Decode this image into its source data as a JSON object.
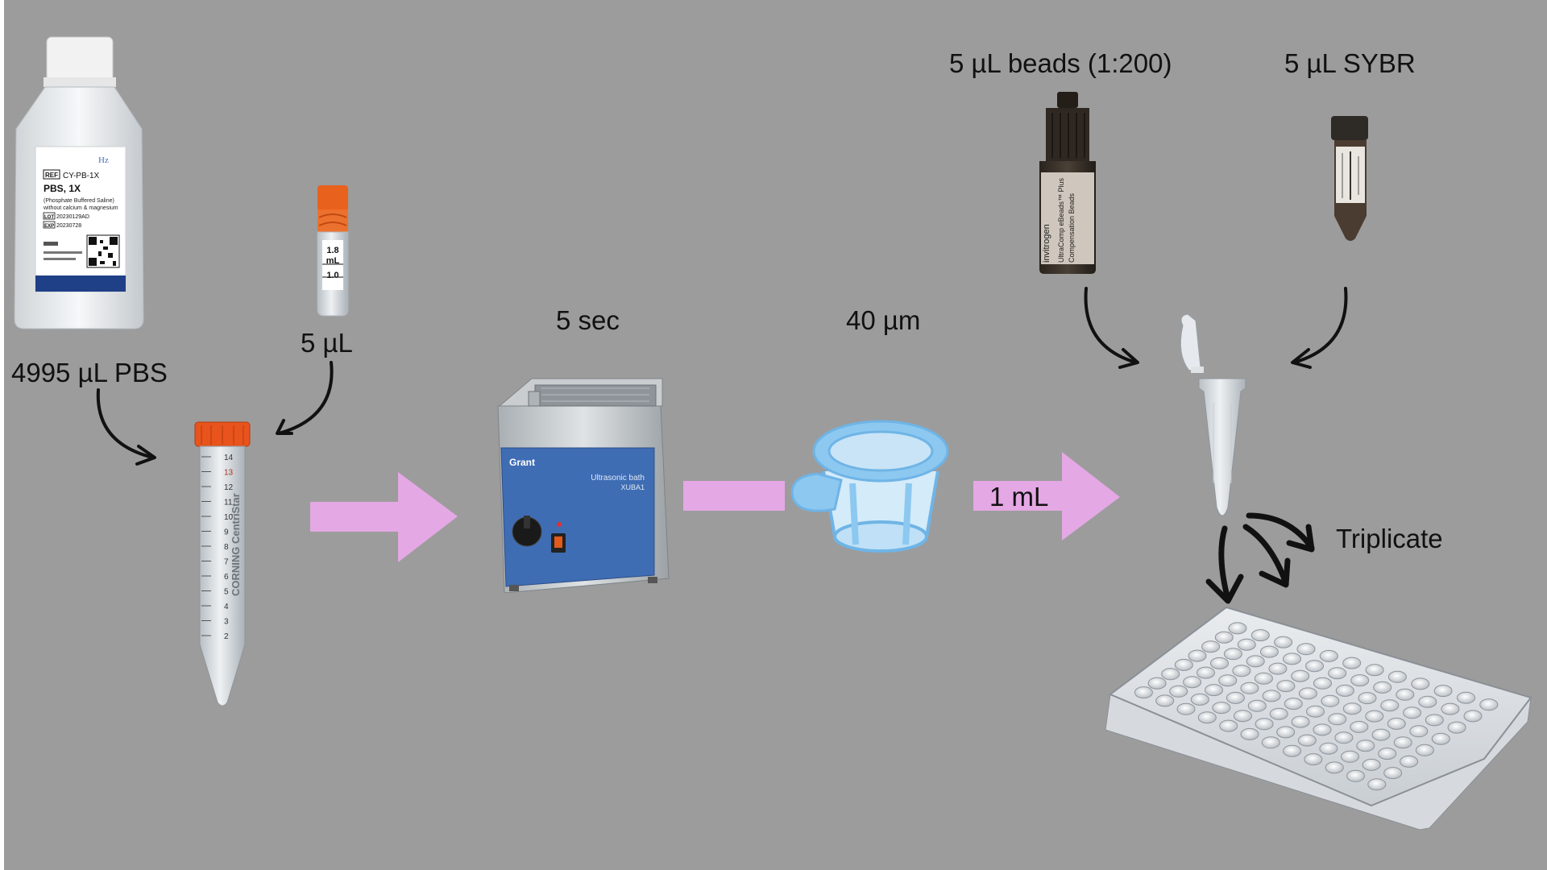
{
  "colors": {
    "background": "#9c9c9c",
    "arrow": "#e4a8e4",
    "curved_arrow": "#111111",
    "tube_cap": "#e8541c",
    "strainer": "#8cc8f0",
    "bath_panel": "#3f6db4",
    "bottle_label_band": "#1f3f86"
  },
  "labels": {
    "pbs_volume": "4995 µL PBS",
    "sample_volume": "5 µL",
    "sonication_time": "5 sec",
    "strainer_size": "40 µm",
    "transfer_volume": "1 mL",
    "beads": "5 µL beads (1:200)",
    "sybr": "5 µL SYBR",
    "replicates": "Triplicate"
  },
  "pbs_bottle": {
    "ref_box": "REF",
    "ref_code": "CY-PB-1X",
    "name": "PBS, 1X",
    "desc1": "(Phosphate Buffered Saline)",
    "desc2": "without calcium & magnesium",
    "lot_box": "LOT",
    "lot_value": "20230129AD",
    "exp_box": "EXP",
    "exp_value": "20230728"
  },
  "cryovial": {
    "mark_top": "1.8",
    "unit": "mL",
    "mark_bottom": "1.0"
  },
  "falcon_tube": {
    "brand": "CORNING CentriStar",
    "graduations": [
      "14",
      "13",
      "12",
      "11",
      "10",
      "9",
      "8",
      "7",
      "6",
      "5",
      "4",
      "3",
      "2"
    ]
  },
  "ultrasonic_bath": {
    "brand": "Grant",
    "title": "Ultrasonic bath",
    "model": "XUBA1"
  },
  "beads_bottle": {
    "brand": "invitrogen",
    "product": "UltraComp eBeads™ Plus",
    "subtitle": "Compensation Beads"
  }
}
